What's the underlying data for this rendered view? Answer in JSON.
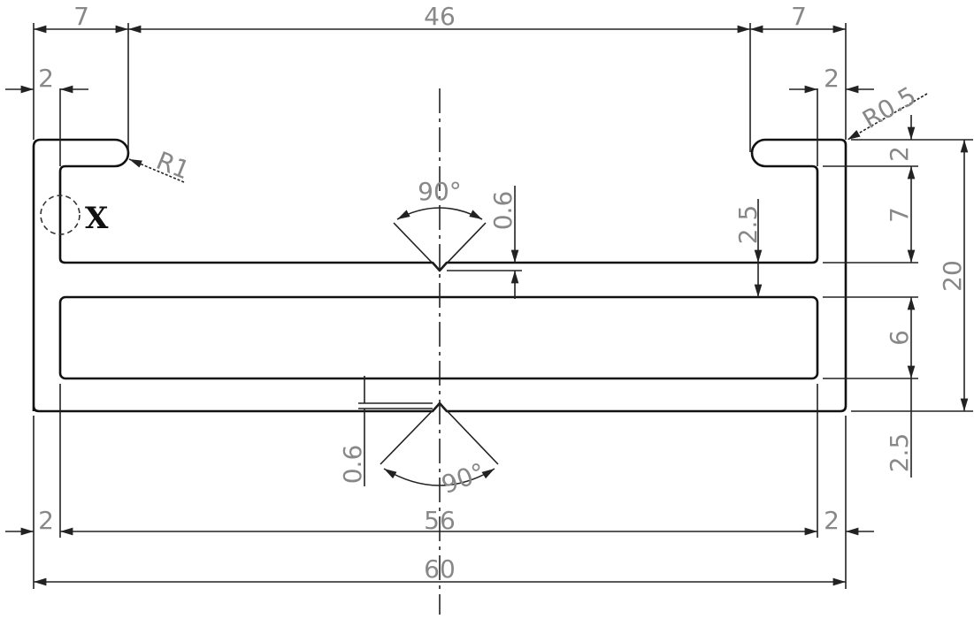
{
  "drawing": {
    "dimensions": {
      "top_left_width": "7",
      "top_opening": "46",
      "top_right_width": "7",
      "left_wall": "2",
      "right_wall": "2",
      "slot_radius": "R1",
      "corner_radius": "R0.5",
      "angle_top": "90°",
      "angle_bottom": "90°",
      "notch_depth_top": "0.6",
      "notch_depth_bottom": "0.6",
      "web_gap": "2.5",
      "right_lip": "2",
      "right_cavity": "7",
      "right_slot": "6",
      "right_base": "2.5",
      "total_height": "20",
      "bottom_left_wall": "2",
      "inner_width": "56",
      "bottom_right_wall": "2",
      "total_width": "60"
    },
    "detail_marker": "X"
  }
}
